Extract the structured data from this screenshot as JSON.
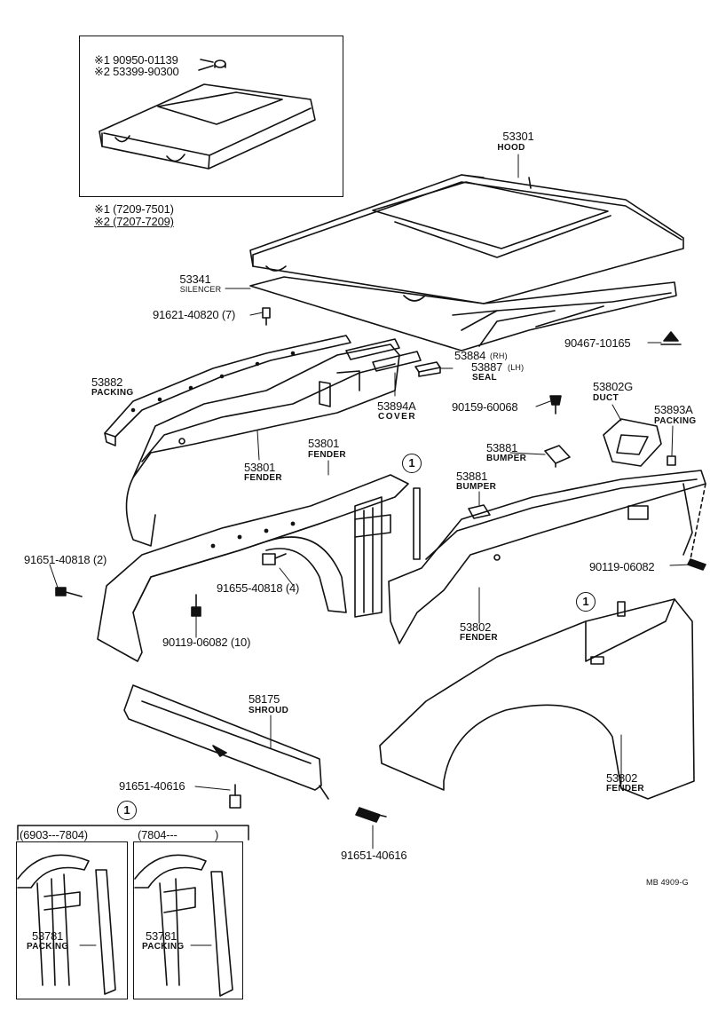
{
  "inset_top": {
    "parts": [
      "※1 90950-01139",
      "※2 53399-90300"
    ],
    "notes": [
      "※1 (7209-7501)",
      "※2 (7207-7209)"
    ]
  },
  "callouts": {
    "hood": {
      "number": "53301",
      "name": "HOOD"
    },
    "silencer": {
      "number": "53341",
      "name": "SILENCER"
    },
    "clip_91621": {
      "number": "91621-40820 (7)"
    },
    "clip_90467": {
      "number": "90467-10165"
    },
    "seal": {
      "rh": "53884",
      "rh_side": "(RH)",
      "lh": "53887",
      "lh_side": "(LH)",
      "name": "SEAL"
    },
    "packing_53882": {
      "number": "53882",
      "name": "PACKING"
    },
    "cover": {
      "number": "53894A",
      "name": "COVER"
    },
    "bolt_90159": {
      "number": "90159-60068"
    },
    "duct": {
      "number": "53802G",
      "name": "DUCT"
    },
    "packing_53893a": {
      "number": "53893A",
      "name": "PACKING"
    },
    "fender_53801_inner": {
      "number": "53801",
      "name": "FENDER"
    },
    "fender_53801": {
      "number": "53801",
      "name": "FENDER"
    },
    "bumper_1": {
      "number": "53881",
      "name": "BUMPER"
    },
    "bumper_2": {
      "number": "53881",
      "name": "BUMPER"
    },
    "bolt_91651_40818": {
      "number": "91651-40818 (2)"
    },
    "bolt_91655": {
      "number": "91655-40818 (4)"
    },
    "bolt_90119_10": {
      "number": "90119-06082 (10)"
    },
    "bolt_90119": {
      "number": "90119-06082"
    },
    "fender_53802_inner": {
      "number": "53802",
      "name": "FENDER"
    },
    "fender_53802": {
      "number": "53802",
      "name": "FENDER"
    },
    "shroud": {
      "number": "58175",
      "name": "SHROUD"
    },
    "bolt_91651_40616_a": {
      "number": "91651-40616"
    },
    "bolt_91651_40616_b": {
      "number": "91651-40616"
    },
    "ref_marker": "1"
  },
  "inset_bottom": {
    "panel_left": {
      "range": "(6903---7804)",
      "number": "53781",
      "name": "PACKING"
    },
    "panel_right": {
      "range": "(7804---",
      "range_end": ")",
      "number": "53781",
      "name": "PACKING"
    }
  },
  "drawing_code": "MB 4909-G"
}
